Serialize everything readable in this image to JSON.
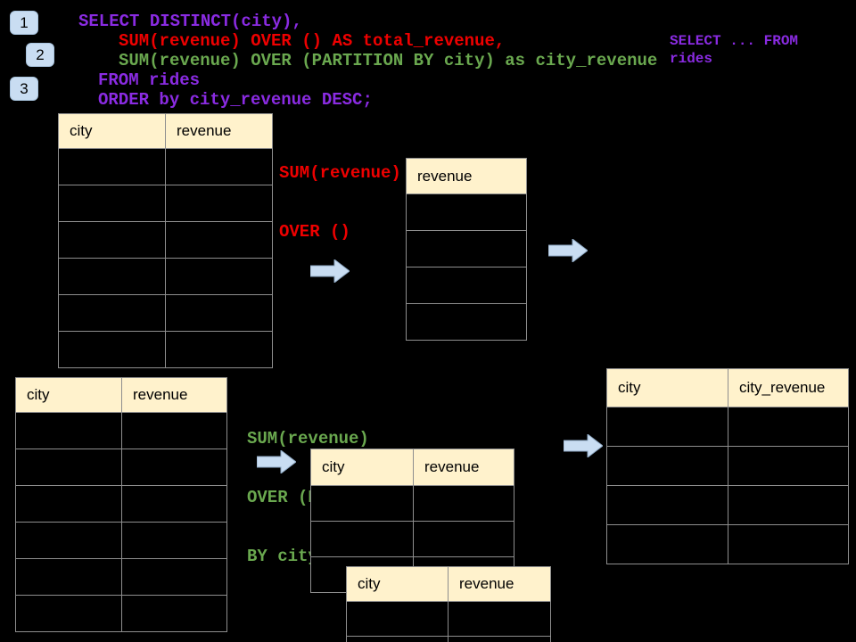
{
  "colors": {
    "background": "#000000",
    "purple": "#8A2BE2",
    "red": "#EE0000",
    "green": "#6AA84F",
    "table_header_bg": "#FFF2CC",
    "table_border": "#8E8E8E",
    "arrow_blue": "#C9DDF2",
    "badge_blue": "#C9DDF2"
  },
  "steps": [
    {
      "number": "1"
    },
    {
      "number": "2"
    },
    {
      "number": "3"
    }
  ],
  "sql_code": {
    "lines": [
      {
        "text": "SELECT DISTINCT(city),",
        "color": "purple"
      },
      {
        "text": "SUM(revenue) OVER () AS total_revenue,",
        "color": "red"
      },
      {
        "text": "SUM(revenue) OVER (PARTITION BY city) as city_revenue",
        "color": "green"
      },
      {
        "text": "FROM rides",
        "color": "purple"
      },
      {
        "text": "ORDER by city_revenue DESC;",
        "color": "purple"
      }
    ]
  },
  "side_note": {
    "text": "SELECT ... FROM rides",
    "color": "purple"
  },
  "annotations": {
    "total": {
      "lines": [
        "SUM(revenue)",
        "OVER ()"
      ],
      "color": "red"
    },
    "partition": {
      "lines": [
        "SUM(revenue)",
        "OVER (PARTITION",
        "BY city)"
      ],
      "color": "green"
    }
  },
  "tables": {
    "source_top": {
      "columns": [
        "city",
        "revenue"
      ],
      "empty_rows": 6
    },
    "total_result": {
      "columns": [
        "revenue"
      ],
      "empty_rows": 4
    },
    "source_bottom": {
      "columns": [
        "city",
        "revenue"
      ],
      "empty_rows": 6
    },
    "partition_mid": {
      "columns": [
        "city",
        "revenue"
      ],
      "empty_rows": 3
    },
    "partition_overlay": {
      "columns": [
        "city",
        "revenue"
      ],
      "empty_rows": 2
    },
    "city_revenue_result": {
      "columns": [
        "city",
        "city_revenue"
      ],
      "empty_rows": 4
    }
  },
  "icons": {
    "arrow_right": "right-arrow"
  }
}
